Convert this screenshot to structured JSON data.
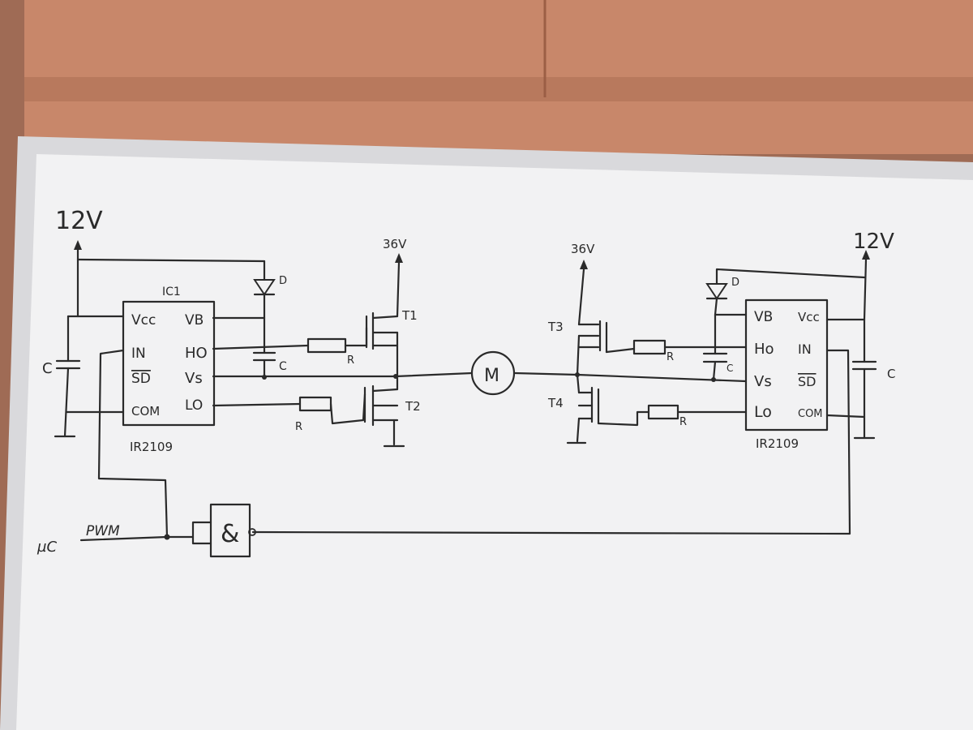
{
  "colors": {
    "cabinet": "#c8876a",
    "cabinet_dark": "#9c5f45",
    "board": "#f2f2f3",
    "frame": "#d9d9dc",
    "ink": "#2a2a2a",
    "wall": "#9f6b55"
  },
  "supplies": {
    "left_12v": "12V",
    "right_12v": "12V",
    "t1_36v": "36V",
    "t3_36v": "36V"
  },
  "ic_left": {
    "ref": "IC1",
    "part": "IR2109",
    "pins_left": [
      "Vcc",
      "IN",
      "SD",
      "COM"
    ],
    "pins_right": [
      "VB",
      "HO",
      "Vs",
      "LO"
    ]
  },
  "ic_right": {
    "part": "IR2109",
    "pins_left": [
      "VB",
      "Ho",
      "Vs",
      "Lo"
    ],
    "pins_right": [
      "Vcc",
      "IN",
      "SD",
      "COM"
    ]
  },
  "components": {
    "diode_left": "D",
    "diode_right": "D",
    "cap_left_supply": "C",
    "cap_left_boot": "C",
    "cap_right_boot": "C",
    "cap_right_supply": "C",
    "r_t1": "R",
    "r_t2": "R",
    "r_t3": "R",
    "r_t4": "R",
    "t1": "T1",
    "t2": "T2",
    "t3": "T3",
    "t4": "T4",
    "motor": "M",
    "and_gate": "&"
  },
  "input": {
    "controller": "µC",
    "signal": "PWM"
  }
}
